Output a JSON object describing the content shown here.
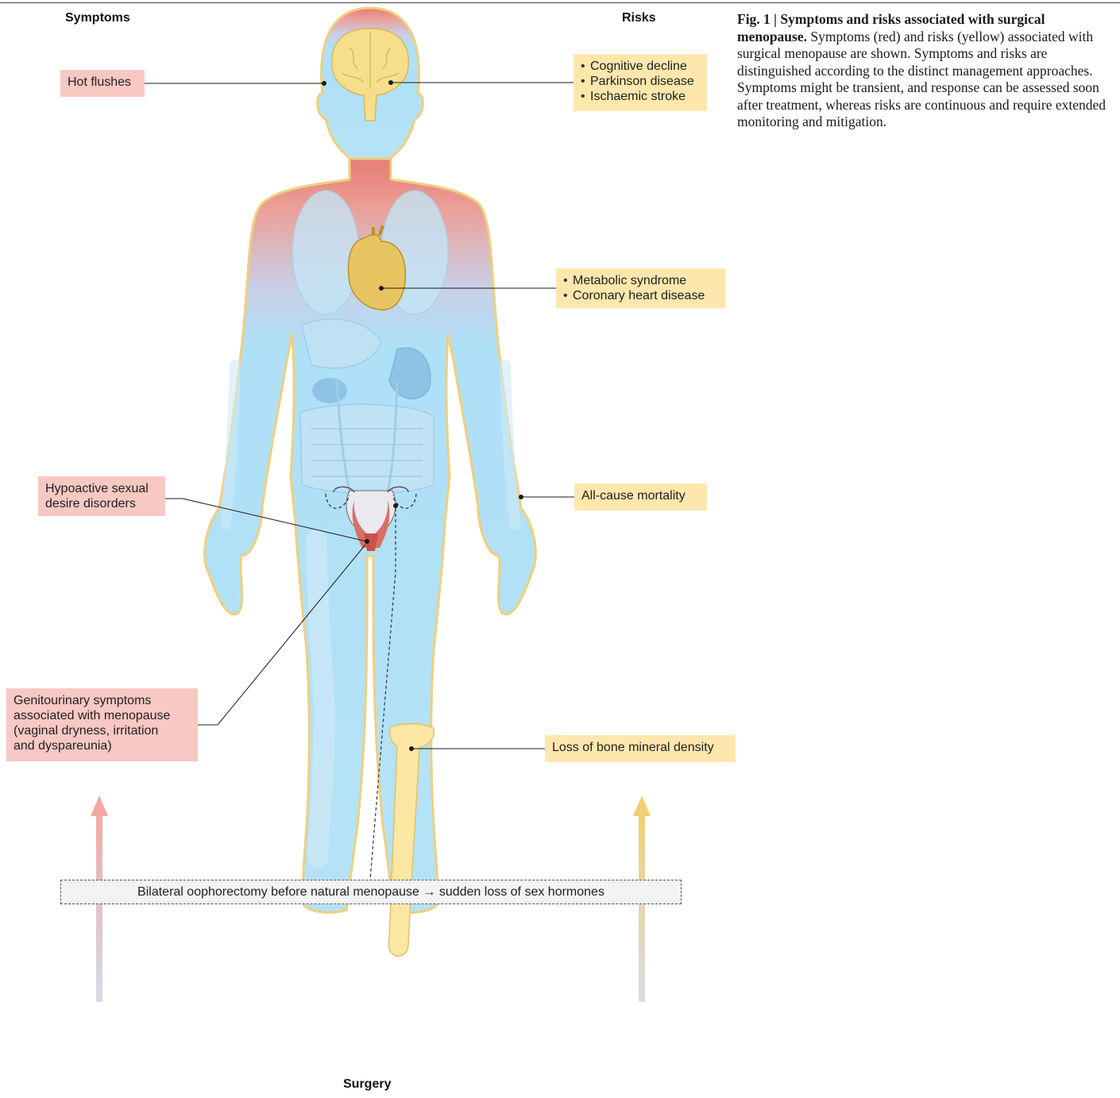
{
  "headers": {
    "symptoms": "Symptoms",
    "risks": "Risks",
    "surgery": "Surgery"
  },
  "symptoms": {
    "hot_flushes": "Hot flushes",
    "hypoactive_line1": "Hypoactive sexual",
    "hypoactive_line2": "desire disorders",
    "genitourinary_line1": "Genitourinary symptoms",
    "genitourinary_line2": "associated with menopause",
    "genitourinary_line3": "(vaginal dryness, irritation",
    "genitourinary_line4": "and dyspareunia)"
  },
  "risks": {
    "brain": [
      "Cognitive decline",
      "Parkinson disease",
      "Ischaemic stroke"
    ],
    "heart": [
      "Metabolic syndrome",
      "Coronary heart disease"
    ],
    "mortality": "All-cause mortality",
    "bone": "Loss of bone mineral density"
  },
  "surgery_box": "Bilateral oophorectomy before natural menopause → sudden loss of sex hormones",
  "caption": {
    "label": "Fig. 1 |",
    "title": "Symptoms and risks associated with surgical menopause.",
    "body": "Symptoms (red) and risks (yellow) associated with surgical menopause are shown. Symptoms and risks are distinguished according to the distinct management approaches. Symptoms might be transient, and response can be assessed soon after treatment, whereas risks are continuous and require extended monitoring and mitigation."
  },
  "colors": {
    "symptom_fill": "#f8c8c3",
    "risk_fill": "#fde7ad",
    "body_blue": "#aee0f7",
    "body_outline": "#f0cf7c",
    "head_red": "#e98a80",
    "organ_yellow": "#f6df8c"
  }
}
